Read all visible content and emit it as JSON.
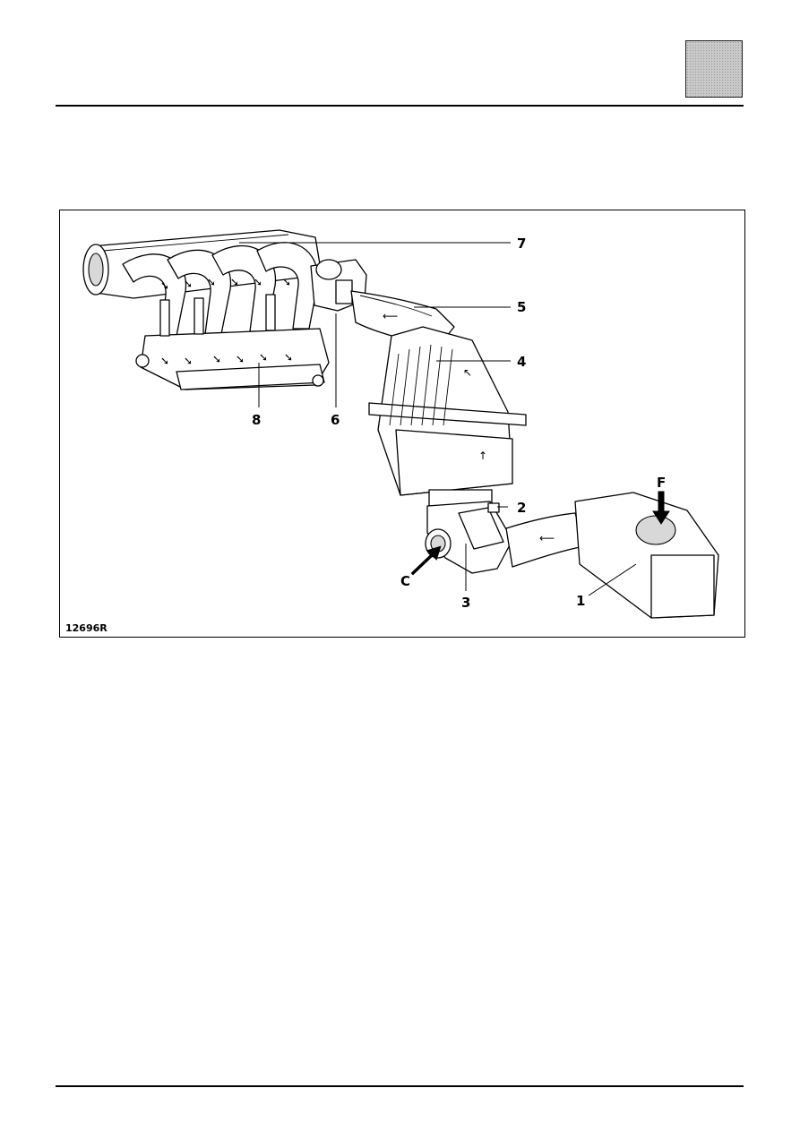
{
  "figure": {
    "reference": "12696R",
    "callouts": {
      "c1": "1",
      "c2": "2",
      "c3": "3",
      "c4": "4",
      "c5": "5",
      "c6": "6",
      "c7": "7",
      "c8": "8",
      "cC": "C",
      "cF": "F"
    }
  }
}
